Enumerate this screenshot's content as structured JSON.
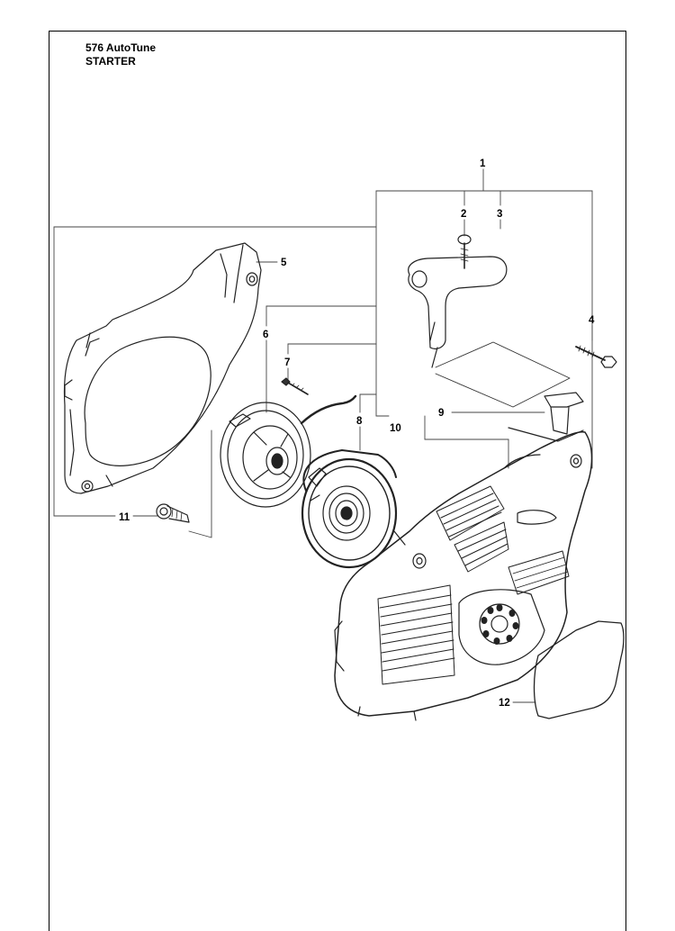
{
  "header": {
    "model": "576 AutoTune",
    "section": "STARTER"
  },
  "callouts": [
    {
      "id": "1",
      "text": "1"
    },
    {
      "id": "2",
      "text": "2"
    },
    {
      "id": "3",
      "text": "3"
    },
    {
      "id": "4",
      "text": "4"
    },
    {
      "id": "5",
      "text": "5"
    },
    {
      "id": "6",
      "text": "6"
    },
    {
      "id": "7",
      "text": "7"
    },
    {
      "id": "8",
      "text": "8"
    },
    {
      "id": "9",
      "text": "9"
    },
    {
      "id": "10",
      "text": "10"
    },
    {
      "id": "11",
      "text": "11"
    },
    {
      "id": "12",
      "text": "12"
    }
  ]
}
